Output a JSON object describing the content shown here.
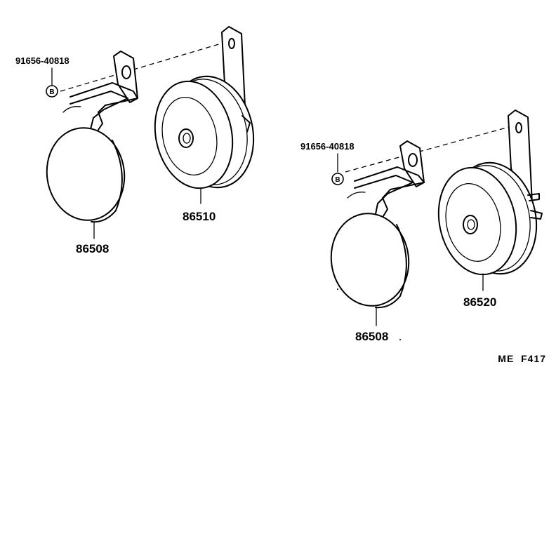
{
  "left_assembly": {
    "bolt_part_number": "91656-40818",
    "bolt_symbol": "B",
    "bracket_part_number": "86508",
    "horn_part_number": "86510"
  },
  "right_assembly": {
    "bolt_part_number": "91656-40818",
    "bolt_symbol": "B",
    "bracket_part_number": "86508",
    "horn_part_number": "86520"
  },
  "figure_code": "ME  F417"
}
